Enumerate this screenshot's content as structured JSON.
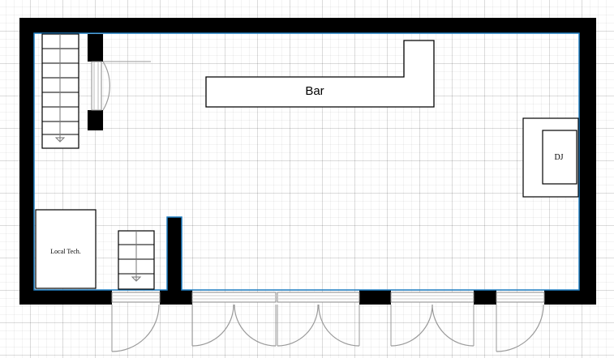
{
  "labels": {
    "bar": "Bar",
    "dj": "DJ",
    "local_tech": "Local Tech."
  },
  "colors": {
    "wall": "#000000",
    "floor_outline": "#1f7fc4",
    "door_swing": "#9a9a9a",
    "grid": "#e6e6e6"
  }
}
